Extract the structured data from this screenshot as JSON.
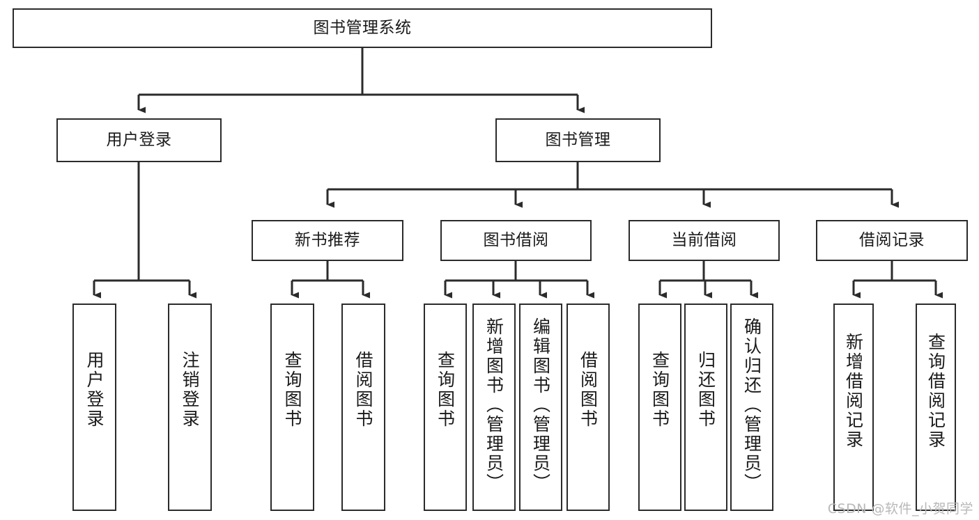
{
  "diagram": {
    "type": "tree",
    "title": "图书管理系统",
    "root": {
      "id": "root",
      "label": "图书管理系统"
    },
    "level2": [
      {
        "id": "user-login",
        "label": "用户登录"
      },
      {
        "id": "book-manage",
        "label": "图书管理"
      }
    ],
    "level3": [
      {
        "id": "new-book-recommend",
        "label": "新书推荐",
        "parent": "book-manage"
      },
      {
        "id": "book-borrow",
        "label": "图书借阅",
        "parent": "book-manage"
      },
      {
        "id": "current-borrow",
        "label": "当前借阅",
        "parent": "book-manage"
      },
      {
        "id": "borrow-record",
        "label": "借阅记录",
        "parent": "book-manage"
      }
    ],
    "leaves": [
      {
        "id": "leaf-user-login",
        "label": "用户登录",
        "parent": "user-login"
      },
      {
        "id": "leaf-logout-login",
        "label": "注销登录",
        "parent": "user-login"
      },
      {
        "id": "leaf-query-book-1",
        "label": "查询图书",
        "parent": "new-book-recommend"
      },
      {
        "id": "leaf-borrow-book-1",
        "label": "借阅图书",
        "parent": "new-book-recommend"
      },
      {
        "id": "leaf-query-book-2",
        "label": "查询图书",
        "parent": "book-borrow"
      },
      {
        "id": "leaf-add-book",
        "label": "新增图书（管理员）",
        "parent": "book-borrow"
      },
      {
        "id": "leaf-edit-book",
        "label": "编辑图书（管理员）",
        "parent": "book-borrow"
      },
      {
        "id": "leaf-borrow-book-2",
        "label": "借阅图书",
        "parent": "book-borrow"
      },
      {
        "id": "leaf-query-book-3",
        "label": "查询图书",
        "parent": "current-borrow"
      },
      {
        "id": "leaf-return-book",
        "label": "归还图书",
        "parent": "current-borrow"
      },
      {
        "id": "leaf-confirm-return",
        "label": "确认归还（管理员）",
        "parent": "current-borrow"
      },
      {
        "id": "leaf-add-record",
        "label": "新增借阅记录",
        "parent": "borrow-record"
      },
      {
        "id": "leaf-query-record",
        "label": "查询借阅记录",
        "parent": "borrow-record"
      }
    ]
  },
  "watermark": {
    "text": "CSDN @软件_小贺同学"
  },
  "colors": {
    "border": "#2b2b2b",
    "text": "#1a1a1a",
    "background": "#ffffff",
    "watermark": "#b8b8b8"
  }
}
